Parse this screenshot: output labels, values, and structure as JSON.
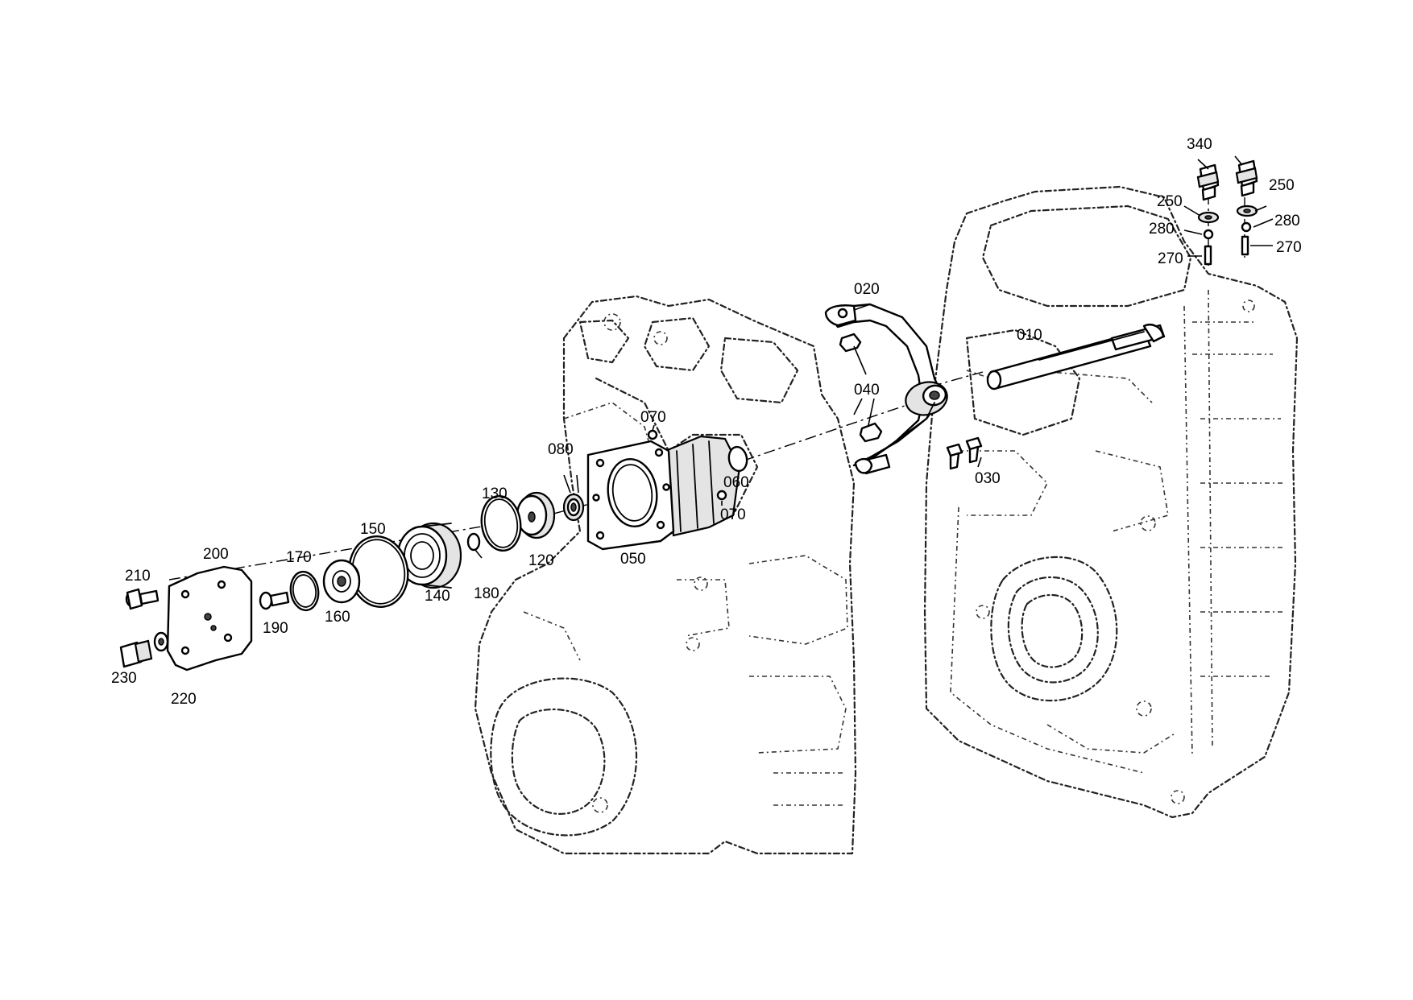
{
  "callouts": {
    "c340": "340",
    "c250a": "250",
    "c250b": "250",
    "c280a": "280",
    "c280b": "280",
    "c270a": "270",
    "c270b": "270",
    "c020": "020",
    "c010": "010",
    "c040": "040",
    "c030": "030",
    "c070a": "070",
    "c070b": "070",
    "c080": "080",
    "c060": "060",
    "c050": "050",
    "c130": "130",
    "c120": "120",
    "c150": "150",
    "c140": "140",
    "c180": "180",
    "c170": "170",
    "c160": "160",
    "c190": "190",
    "c200": "200",
    "c210": "210",
    "c230": "230",
    "c220": "220"
  }
}
